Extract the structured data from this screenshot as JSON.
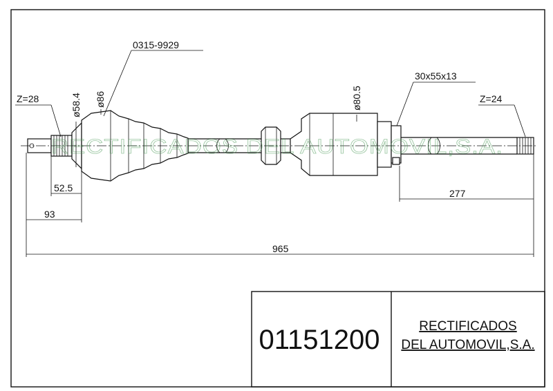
{
  "dimensions": {
    "spline_left": "Z=28",
    "dia_58": "ø58.4",
    "dia_86": "ø86",
    "part_code": "0315-9929",
    "dia_80": "ø80.5",
    "bearing": "30x55x13",
    "spline_right": "Z=24",
    "len_52": "52.5",
    "len_93": "93",
    "len_277": "277",
    "len_total": "965"
  },
  "watermark": "RECTIFICADOS DEL AUTOMOVIL,S.A.",
  "title_block": {
    "part_number": "01151200",
    "company_line1": "RECTIFICADOS",
    "company_line2": "DEL AUTOMOVIL,S.A."
  }
}
